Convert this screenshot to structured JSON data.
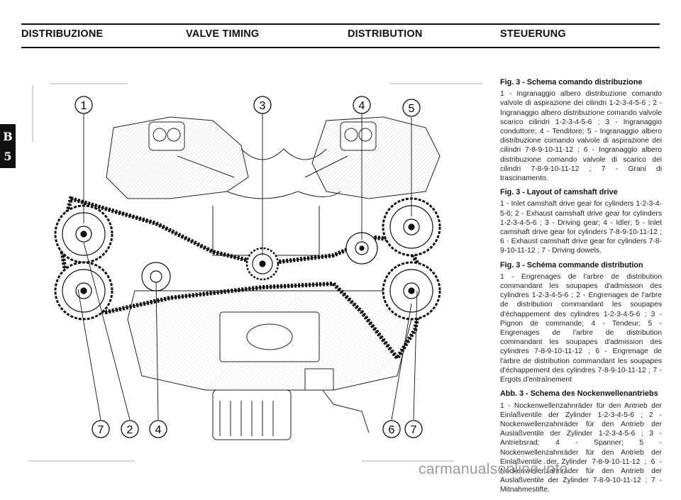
{
  "header": {
    "it": "DISTRIBUZIONE",
    "en": "VALVE TIMING",
    "fr": "DISTRIBUTION",
    "de": "STEUERUNG"
  },
  "section_tab": {
    "letter": "B",
    "number": "5"
  },
  "callouts": {
    "c1": "1",
    "c3": "3",
    "c4top": "4",
    "c5": "5",
    "c7left": "7",
    "c2": "2",
    "c4bottom": "4",
    "c6": "6",
    "c7right": "7"
  },
  "captions": [
    {
      "title": "Fig. 3 - Schema comando distribuzione",
      "body": "1 - Ingranaggio albero distribuzione comando valvole di aspirazione dei cilindri 1-2-3-4-5-6 ; 2 - Ingranaggio albero distribuzione comando valvole scarico cilindri 1-2-3-4-5-6 ; 3 - Ingranaggio conduttore; 4 - Tenditore; 5 - Ingranaggio albero distribuzione comando valvole di aspirazione dei cilindri 7-8-9-10-11-12 ; 6 - Ingranaggio albero distribuzione comando valvole di scarico dei cilindri 7-8-9-10-11-12 ; 7 - Grani di trascinamento."
    },
    {
      "title": "Fig. 3 - Layout of camshaft drive",
      "body": "1 - Inlet camshaft drive gear for cylinders 1-2-3-4-5-6; 2 - Exhaust camshaft drive gear for cylinders 1-2-3-4-5-6 ; 3 - Driving gear; 4 - Idler; 5 - Inlet camshaft drive gear for cylinders 7-8-9-10-11-12 ; 6 - Exhaust camshaft drive gear for cylinders 7-8-9-10-11-12 ; 7 - Driving dowels."
    },
    {
      "title": "Fig. 3 - Schéma commande distribution",
      "body": "1 - Engrenages de l'arbre de distribution commandant les soupapes d'admission des cylindres 1-2-3-4-5-6 ; 2 - Engrenages de l'arbre de distribution commandant les soupapes d'échappement des cylindres 1-2-3-4-5-6 ; 3 - Pignon de commande; 4 - Tendeur; 5 - Engrenages de l'arbre de distribution commandant les soupapes d'admission des cylindres 7-8-9-10-11-12 ; 6 - Engrenage de l'arbre de distribution commandant les soupapes d'échappement des cylindres 7-8-9-10-11-12 ; 7 - Ergots d'entraînement"
    },
    {
      "title": "Abb. 3 - Schema des Nockenwellenantriebs",
      "body": "1 - Nockenwellenzahnräder für den Antrieb der Einlaßventile der Zylinder 1-2-3-4-5-6 ; 2 - Nockenwellenzahnräder für den Antrieb der Auslaßventile der Zylinder 1-2-3-4-5-6 ; 3 - Antriebsrad; 4 - Spanner; 5 - Nockenwellenzahnräder für den Antrieb der Einlaßventile der Zylinder 7-8-9-10-11-12 ; 6 - Nockenwellenzahnräder für den Antrieb der Auslaßventile der Zylinder 7-8-9-10-11-12 ; 7 - Mitnahmestifte."
    }
  ],
  "watermark": "carmanualsonline.info"
}
